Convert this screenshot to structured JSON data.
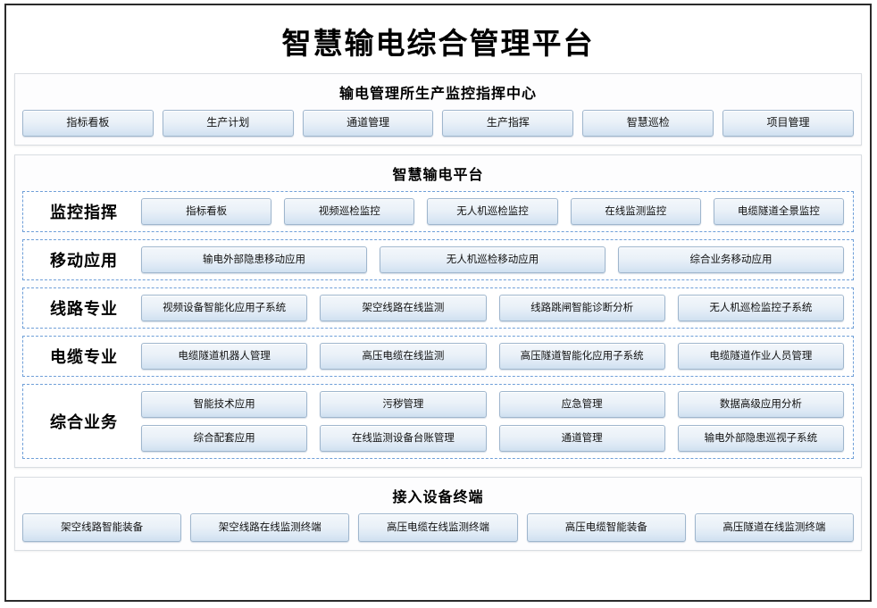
{
  "page": {
    "title": "智慧输电综合管理平台"
  },
  "sections": [
    {
      "id": "control-center",
      "title": "输电管理所生产监控指挥中心",
      "buttons": [
        "指标看板",
        "生产计划",
        "通道管理",
        "生产指挥",
        "智慧巡检",
        "项目管理"
      ]
    },
    {
      "id": "smart-platform",
      "title": "智慧输电平台",
      "categories": [
        {
          "label": "监控指挥",
          "rows": [
            [
              "指标看板",
              "视频巡检监控",
              "无人机巡检监控",
              "在线监测监控",
              "电缆隧道全景监控"
            ]
          ]
        },
        {
          "label": "移动应用",
          "rows": [
            [
              "输电外部隐患移动应用",
              "无人机巡检移动应用",
              "综合业务移动应用"
            ]
          ]
        },
        {
          "label": "线路专业",
          "rows": [
            [
              "视频设备智能化应用子系统",
              "架空线路在线监测",
              "线路跳闸智能诊断分析",
              "无人机巡检监控子系统"
            ]
          ]
        },
        {
          "label": "电缆专业",
          "rows": [
            [
              "电缆隧道机器人管理",
              "高压电缆在线监测",
              "高压隧道智能化应用子系统",
              "电缆隧道作业人员管理"
            ]
          ]
        },
        {
          "label": "综合业务",
          "rows": [
            [
              "智能技术应用",
              "污秽管理",
              "应急管理",
              "数据高级应用分析"
            ],
            [
              "综合配套应用",
              "在线监测设备台账管理",
              "通道管理",
              "输电外部隐患巡视子系统"
            ]
          ]
        }
      ]
    },
    {
      "id": "device-terminals",
      "title": "接入设备终端",
      "buttons": [
        "架空线路智能装备",
        "架空线路在线监测终端",
        "高压电缆在线监测终端",
        "高压电缆智能装备",
        "高压隧道在线监测终端"
      ]
    }
  ],
  "colors": {
    "frame_border": "#2b2b2b",
    "button_border": "#9fb6cd",
    "button_fill_top": "#f3f7fb",
    "button_fill_bottom": "#cfe0f0",
    "dashed_border": "#6f9fd8",
    "panel_border": "#d9dde2",
    "text": "#111111"
  }
}
